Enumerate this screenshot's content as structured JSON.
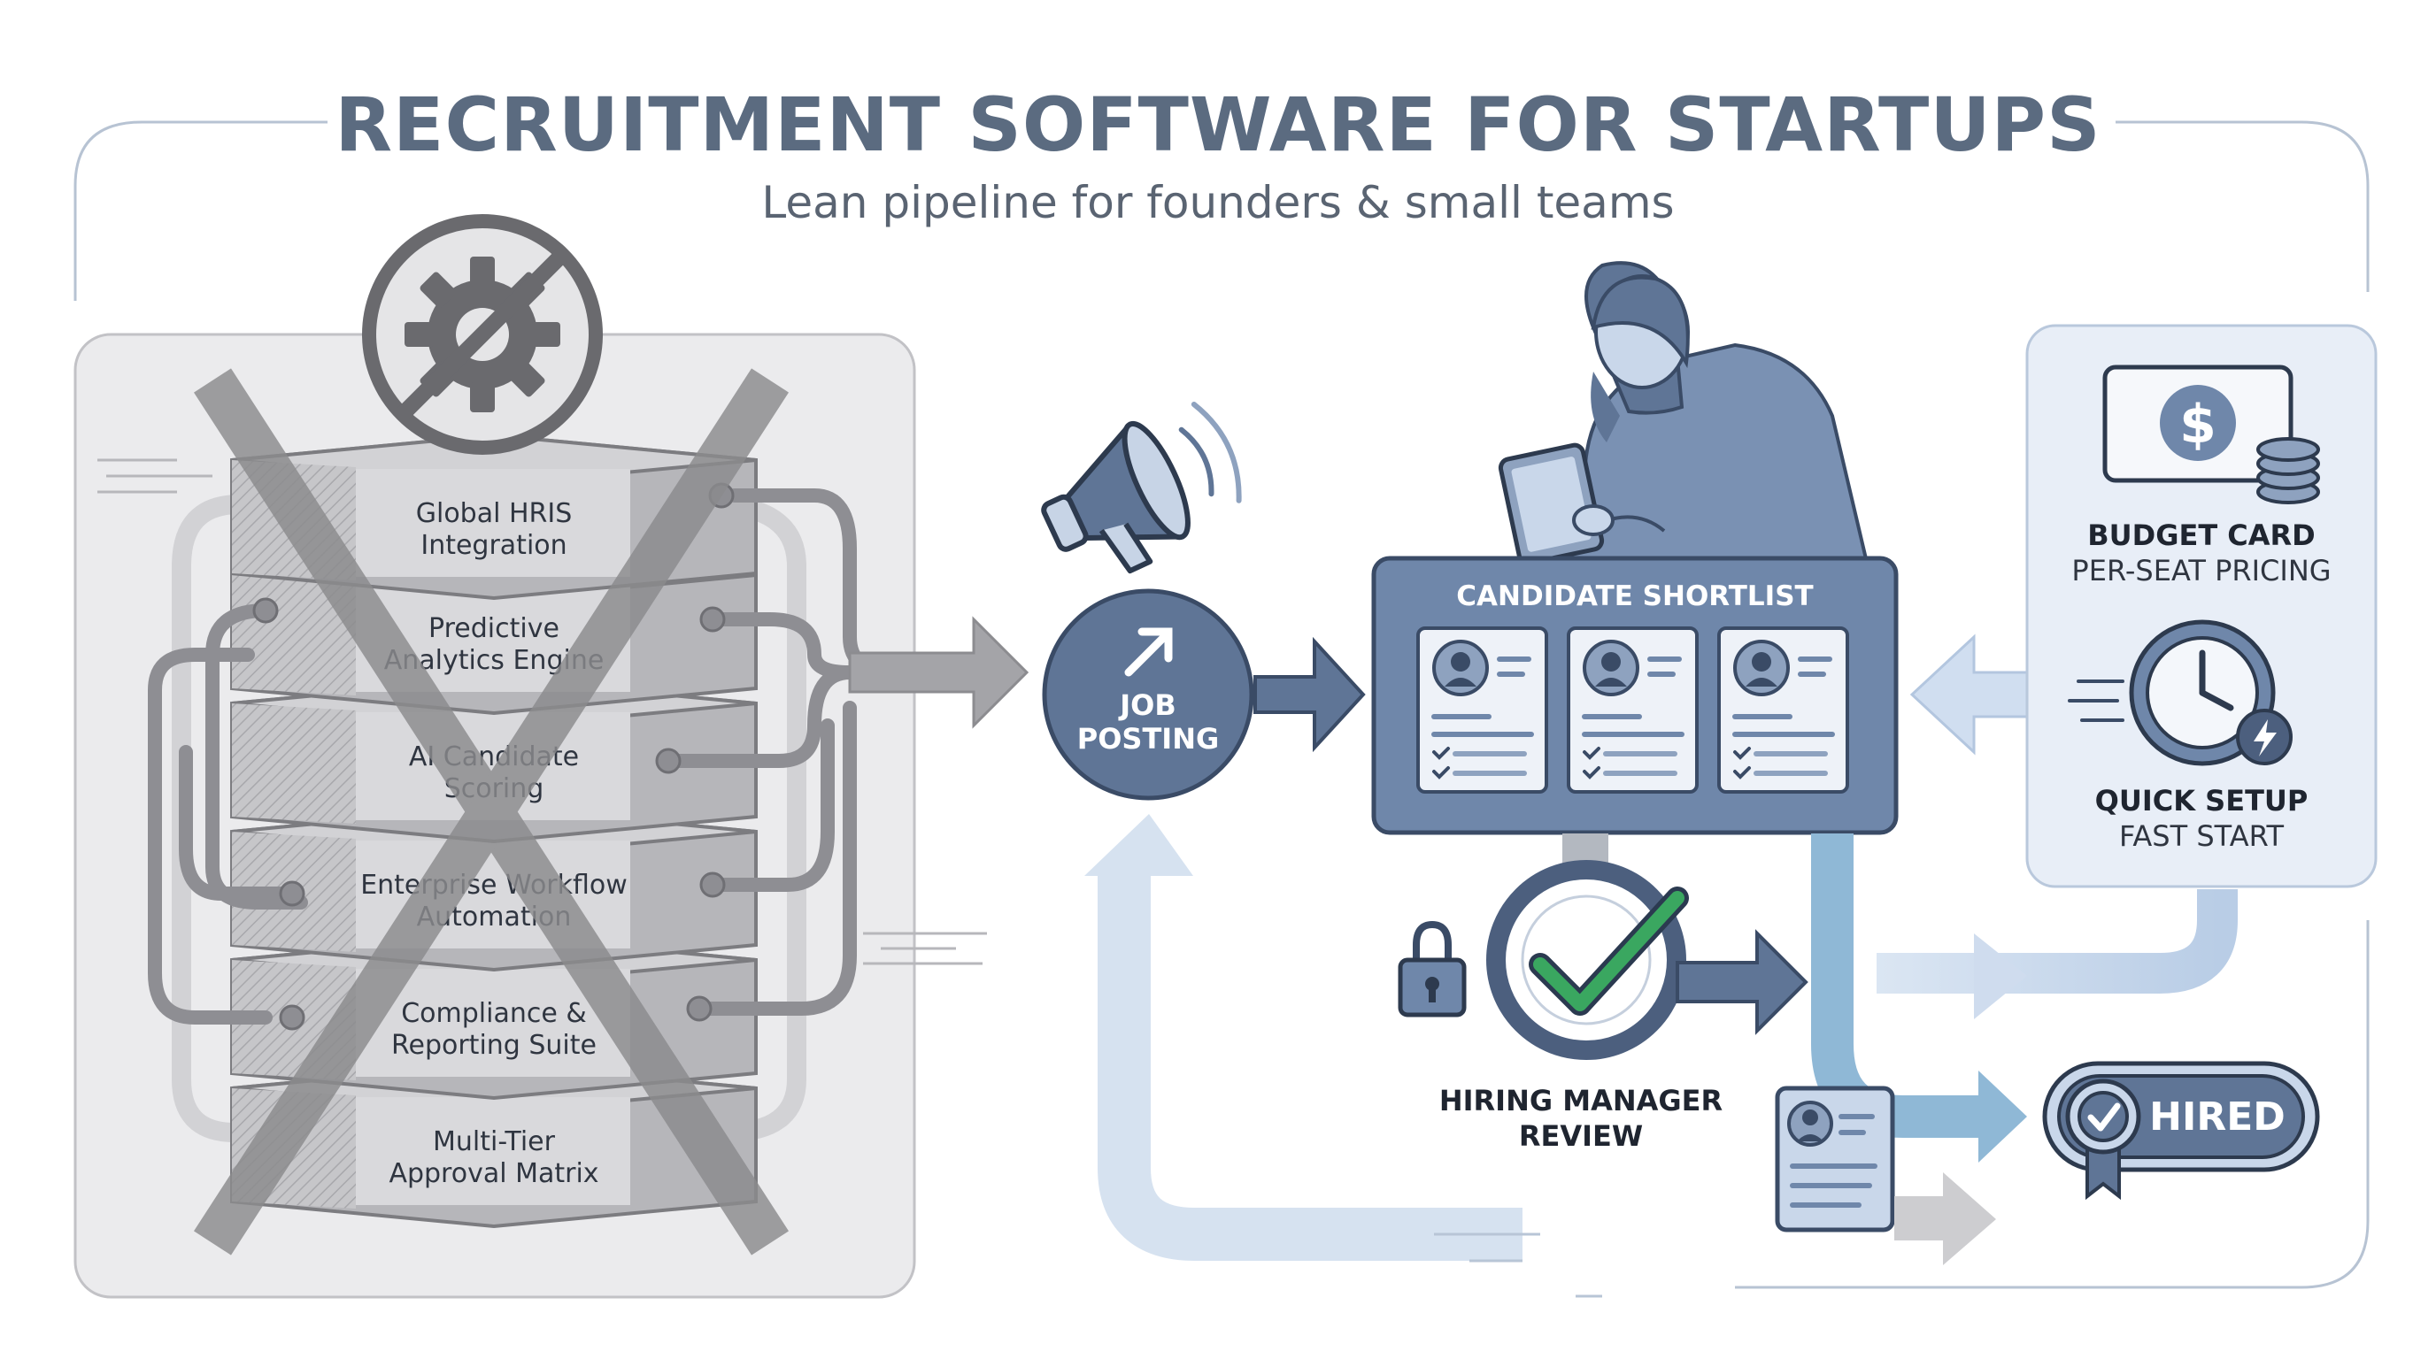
{
  "header": {
    "title": "RECRUITMENT SOFTWARE FOR STARTUPS",
    "subtitle": "Lean pipeline for founders & small teams"
  },
  "bloated_stack": {
    "layers": [
      {
        "line1": "Global HRIS",
        "line2": "Integration"
      },
      {
        "line1": "Predictive",
        "line2": "Analytics Engine"
      },
      {
        "line1": "AI Candidate",
        "line2": "Scoring"
      },
      {
        "line1": "Enterprise Workflow",
        "line2": "Automation"
      },
      {
        "line1": "Compliance &",
        "line2": "Reporting Suite"
      },
      {
        "line1": "Multi-Tier",
        "line2": "Approval Matrix"
      }
    ]
  },
  "job_posting": {
    "line1": "JOB",
    "line2": "POSTING"
  },
  "shortlist": {
    "title": "CANDIDATE SHORTLIST",
    "card_count": 3
  },
  "review": {
    "line1": "HIRING MANAGER",
    "line2": "REVIEW"
  },
  "benefits": {
    "budget": {
      "title": "BUDGET CARD",
      "subtitle": "PER-SEAT PRICING"
    },
    "setup": {
      "title": "QUICK SETUP",
      "subtitle": "FAST START"
    }
  },
  "hired": {
    "label": "HIRED"
  },
  "icons": [
    "no-gear-icon",
    "megaphone-icon",
    "arrow-up-right-icon",
    "recruiter-figure-icon",
    "tablet-icon",
    "candidate-avatar-icon",
    "checkmark-icon",
    "padlock-icon",
    "dollar-icon",
    "coins-icon",
    "clock-icon",
    "lightning-icon",
    "badge-check-icon"
  ],
  "colors": {
    "title": "#5b6b80",
    "slate": "#5f7596",
    "dark_slate": "#3f526e",
    "light_blue": "#c9d8ec",
    "panel_gray": "#e7e7e9",
    "check_green": "#3aa760",
    "cross_gray": "#8b8b8d"
  }
}
